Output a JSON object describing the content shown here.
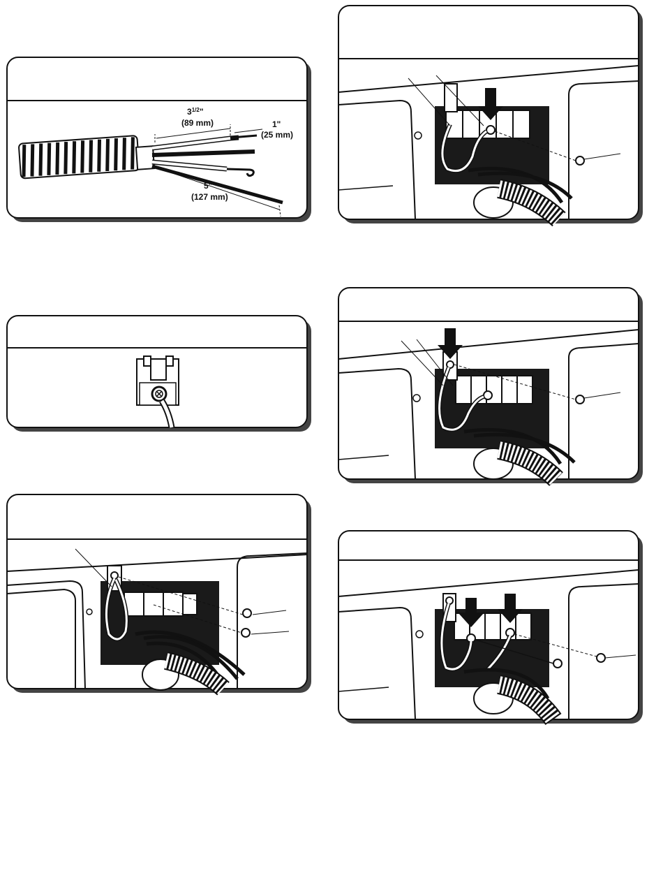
{
  "figure_1": {
    "strip_length_whole": "3",
    "strip_length_fraction": "1/2",
    "strip_length_unit": "\"",
    "strip_length_metric": "(89 mm)",
    "end_strip": "1\"",
    "end_strip_metric": "(25 mm)",
    "ground_strip": "5\"",
    "ground_strip_metric": "(127 mm)"
  },
  "colors": {
    "line": "#111111",
    "panel_fill": "#ffffff",
    "dark_fill": "#1a1a1a",
    "shadow": "#555555"
  },
  "icons": [
    "cable-icon",
    "terminal-block-icon",
    "ground-screw-icon",
    "down-arrow-icon",
    "vent-hose-icon"
  ]
}
